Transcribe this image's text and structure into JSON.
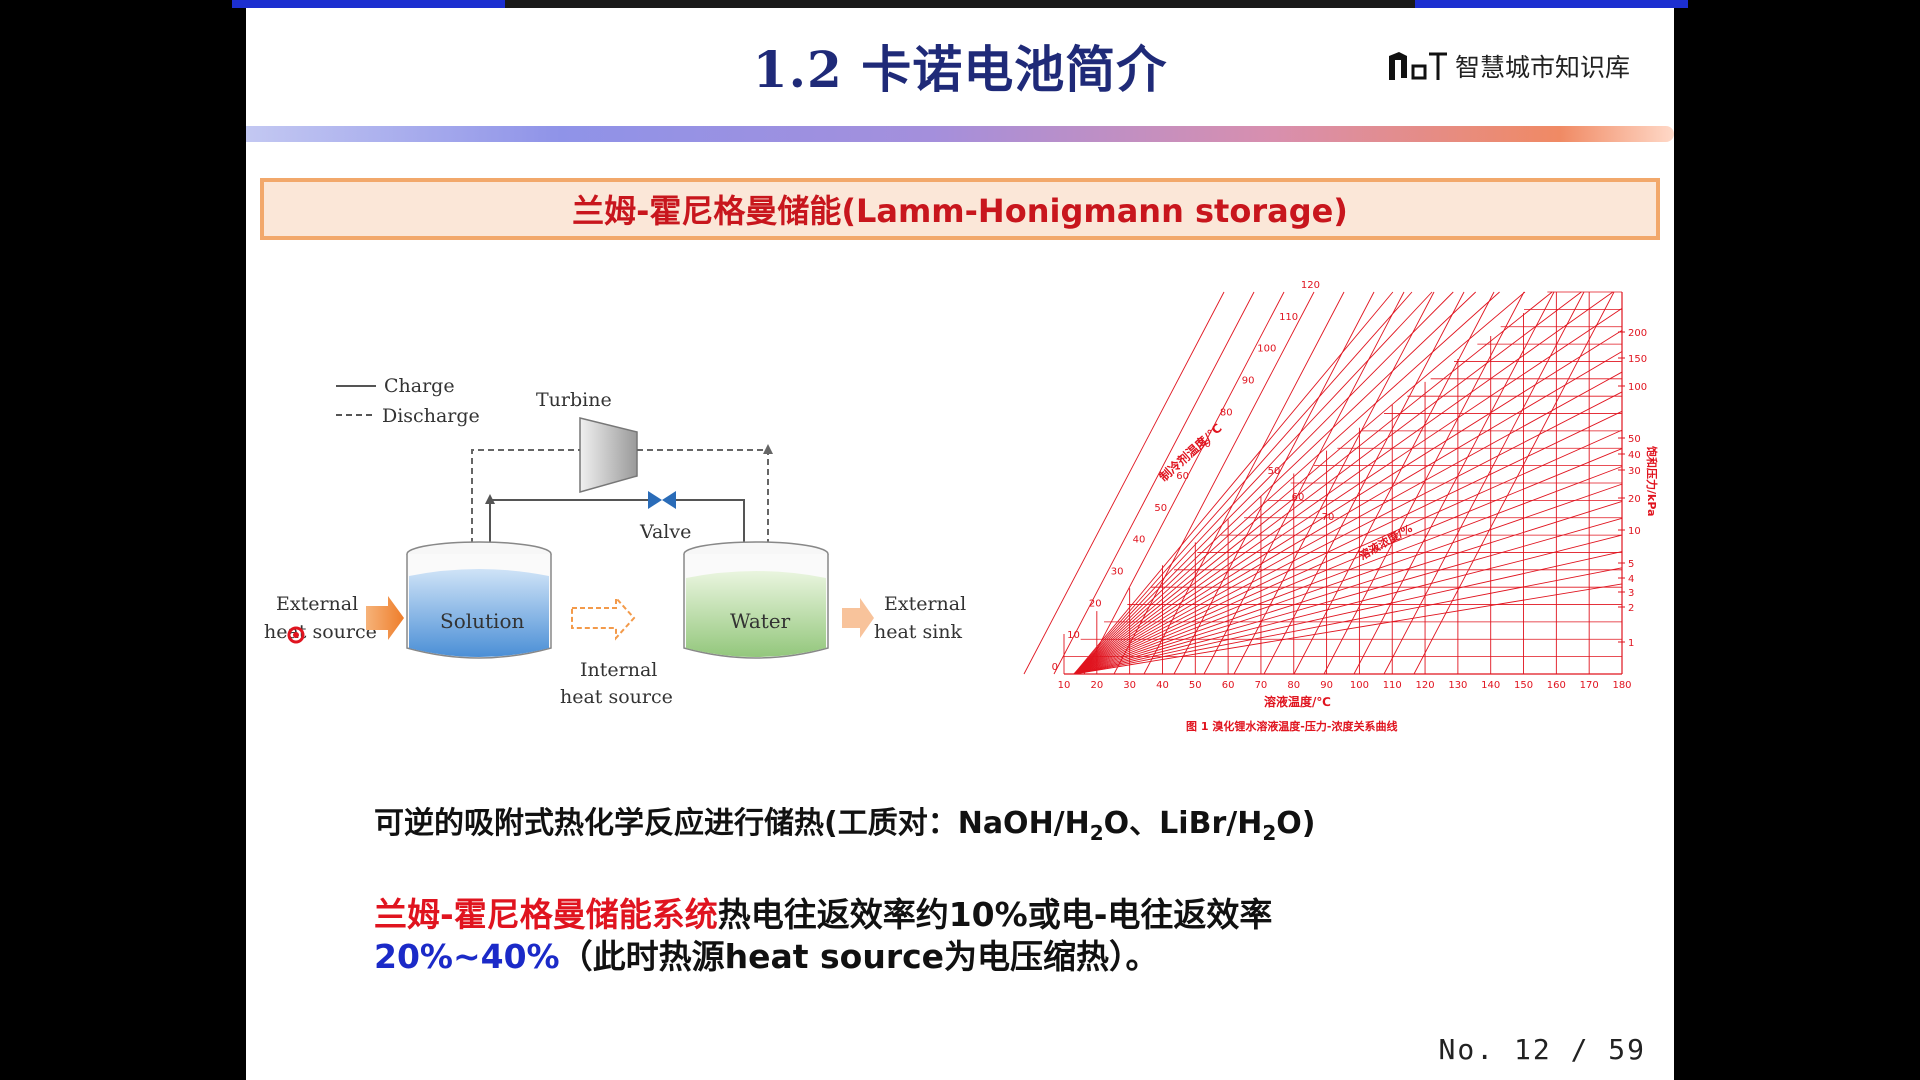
{
  "slide": {
    "title": "1.2 卡诺电池简介",
    "brand": "智慧城市知识库",
    "header": "兰姆-霍尼格曼储能(Lamm-Honigmann storage)",
    "line1_pre": "可逆的吸附式热化学反应进行储热(工质对：NaOH/H",
    "line1_sub1": "2",
    "line1_mid": "O、LiBr/H",
    "line1_sub2": "2",
    "line1_post": "O)",
    "line2_red": "兰姆-霍尼格曼储能系统",
    "line2_black": "热电往返效率约10%或电-电往返效率",
    "line3_blue": "20%~40%",
    "line3_black": "（此时热源heat source为电压缩热）。",
    "pager": {
      "label": "No.",
      "page": "12",
      "sep": "/",
      "total": "59"
    }
  },
  "diagram": {
    "legend_charge": "Charge",
    "legend_discharge": "Discharge",
    "turbine": "Turbine",
    "valve": "Valve",
    "solution": "Solution",
    "water": "Water",
    "ext_source_1": "External",
    "ext_source_2": "heat source",
    "internal_1": "Internal",
    "internal_2": "heat source",
    "ext_sink_1": "External",
    "ext_sink_2": "heat sink",
    "colors": {
      "solution": "#5a9fe0",
      "water": "#9fcf8a",
      "arrow": "#f39a4a"
    }
  },
  "chart_data": {
    "type": "line",
    "title": "",
    "caption": "图 1  溴化锂水溶液温度-压力-浓度关系曲线",
    "xlabel": "溶液温度/℃",
    "ylabel_right": "饱和压力/kPa",
    "label_refrigerant": "制冷剂温度/℃",
    "label_concentration": "溶液浓度/%",
    "x_ticks": [
      "10",
      "20",
      "30",
      "40",
      "50",
      "60",
      "70",
      "80",
      "90",
      "100",
      "110",
      "120",
      "130",
      "140",
      "150",
      "160",
      "170",
      "180"
    ],
    "left_ticks": [
      "0",
      "10",
      "20",
      "30",
      "40",
      "50",
      "60",
      "70",
      "80",
      "90",
      "100",
      "110",
      "120"
    ],
    "right_ticks": [
      "1",
      "2",
      "3",
      "4",
      "5",
      "10",
      "20",
      "30",
      "40",
      "50",
      "100",
      "150",
      "200"
    ],
    "conc_labels": [
      "50",
      "60",
      "70"
    ],
    "color": "#e0141f"
  }
}
